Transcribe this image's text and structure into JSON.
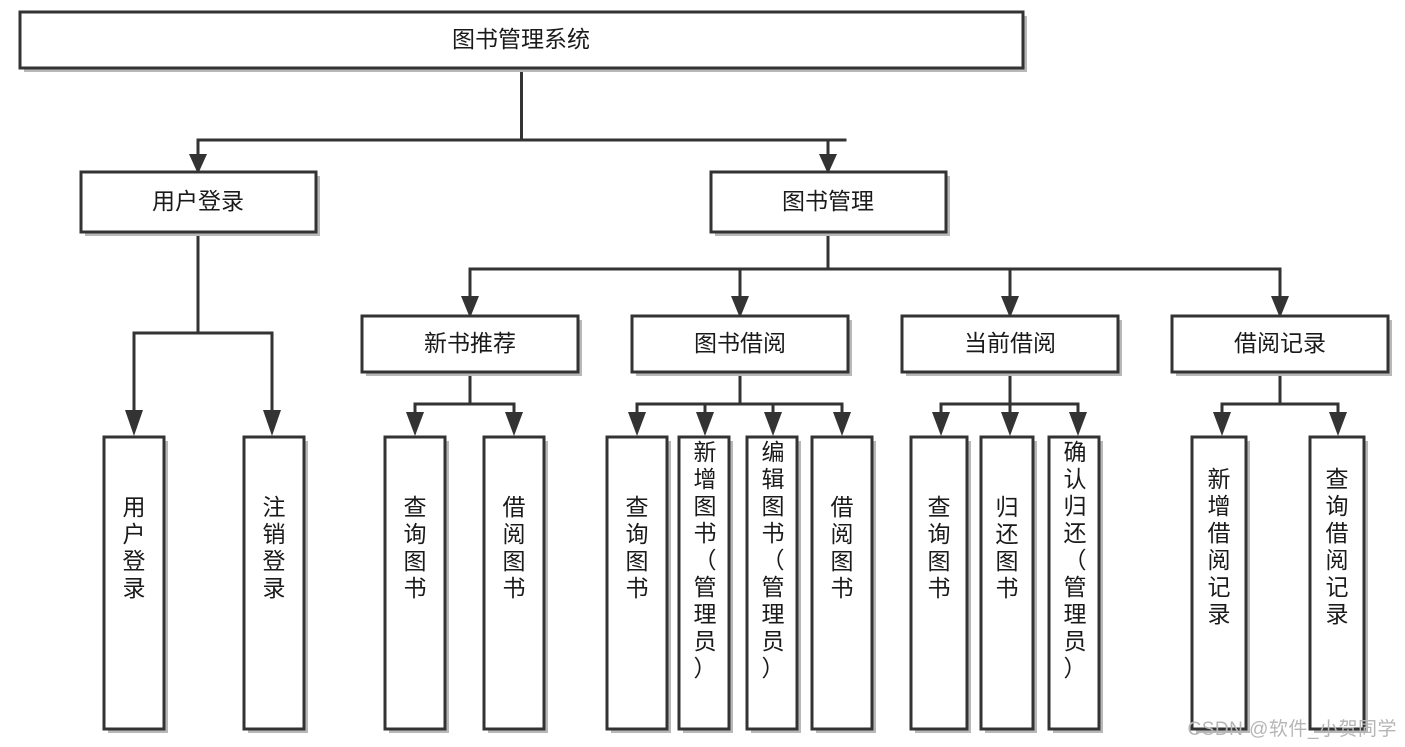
{
  "diagram": {
    "type": "hierarchy-tree",
    "title": "图书管理系统",
    "watermark": "CSDN @软件_小贺同学",
    "colors": {
      "stroke": "#333333",
      "fill": "#ffffff",
      "text": "#1a1a1a",
      "shadow": "#b8b8b8",
      "watermark": "#b6b6b6"
    },
    "levels": [
      {
        "level": 1,
        "nodes": [
          {
            "id": "root",
            "label": "图书管理系统",
            "orientation": "horizontal"
          }
        ]
      },
      {
        "level": 2,
        "nodes": [
          {
            "id": "login",
            "label": "用户登录",
            "orientation": "horizontal",
            "parent": "root"
          },
          {
            "id": "bookmgmt",
            "label": "图书管理",
            "orientation": "horizontal",
            "parent": "root"
          }
        ]
      },
      {
        "level": 3,
        "nodes": [
          {
            "id": "newbook",
            "label": "新书推荐",
            "orientation": "horizontal",
            "parent": "bookmgmt"
          },
          {
            "id": "borrow",
            "label": "图书借阅",
            "orientation": "horizontal",
            "parent": "bookmgmt"
          },
          {
            "id": "current",
            "label": "当前借阅",
            "orientation": "horizontal",
            "parent": "bookmgmt"
          },
          {
            "id": "records",
            "label": "借阅记录",
            "orientation": "horizontal",
            "parent": "bookmgmt"
          }
        ]
      },
      {
        "level": 4,
        "nodes": [
          {
            "id": "leaf-1",
            "label": "用户登录",
            "orientation": "vertical",
            "parent": "login"
          },
          {
            "id": "leaf-2",
            "label": "注销登录",
            "orientation": "vertical",
            "parent": "login"
          },
          {
            "id": "leaf-3",
            "label": "查询图书",
            "orientation": "vertical",
            "parent": "newbook"
          },
          {
            "id": "leaf-4",
            "label": "借阅图书",
            "orientation": "vertical",
            "parent": "newbook"
          },
          {
            "id": "leaf-5",
            "label": "查询图书",
            "orientation": "vertical",
            "parent": "borrow"
          },
          {
            "id": "leaf-6",
            "label": "新增图书（管理员）",
            "orientation": "vertical",
            "parent": "borrow"
          },
          {
            "id": "leaf-7",
            "label": "编辑图书（管理员）",
            "orientation": "vertical",
            "parent": "borrow"
          },
          {
            "id": "leaf-8",
            "label": "借阅图书",
            "orientation": "vertical",
            "parent": "borrow"
          },
          {
            "id": "leaf-9",
            "label": "查询图书",
            "orientation": "vertical",
            "parent": "current"
          },
          {
            "id": "leaf-10",
            "label": "归还图书",
            "orientation": "vertical",
            "parent": "current"
          },
          {
            "id": "leaf-11",
            "label": "确认归还（管理员）",
            "orientation": "vertical",
            "parent": "current"
          },
          {
            "id": "leaf-12",
            "label": "新增借阅记录",
            "orientation": "vertical",
            "parent": "records"
          },
          {
            "id": "leaf-13",
            "label": "查询借阅记录",
            "orientation": "vertical",
            "parent": "records"
          }
        ]
      }
    ]
  },
  "nodes": {
    "root": {
      "label": "图书管理系统"
    },
    "login": {
      "label": "用户登录"
    },
    "bookmgmt": {
      "label": "图书管理"
    },
    "newbook": {
      "label": "新书推荐"
    },
    "borrow": {
      "label": "图书借阅"
    },
    "current": {
      "label": "当前借阅"
    },
    "records": {
      "label": "借阅记录"
    },
    "leaf1": {
      "label": "用户登录"
    },
    "leaf2": {
      "label": "注销登录"
    },
    "leaf3": {
      "label": "查询图书"
    },
    "leaf4": {
      "label": "借阅图书"
    },
    "leaf5": {
      "label": "查询图书"
    },
    "leaf6": {
      "label": "新增图书（管理员）"
    },
    "leaf7": {
      "label": "编辑图书（管理员）"
    },
    "leaf8": {
      "label": "借阅图书"
    },
    "leaf9": {
      "label": "查询图书"
    },
    "leaf10": {
      "label": "归还图书"
    },
    "leaf11": {
      "label": "确认归还（管理员）"
    },
    "leaf12": {
      "label": "新增借阅记录"
    },
    "leaf13": {
      "label": "查询借阅记录"
    }
  },
  "watermark": {
    "text": "CSDN @软件_小贺同学"
  }
}
